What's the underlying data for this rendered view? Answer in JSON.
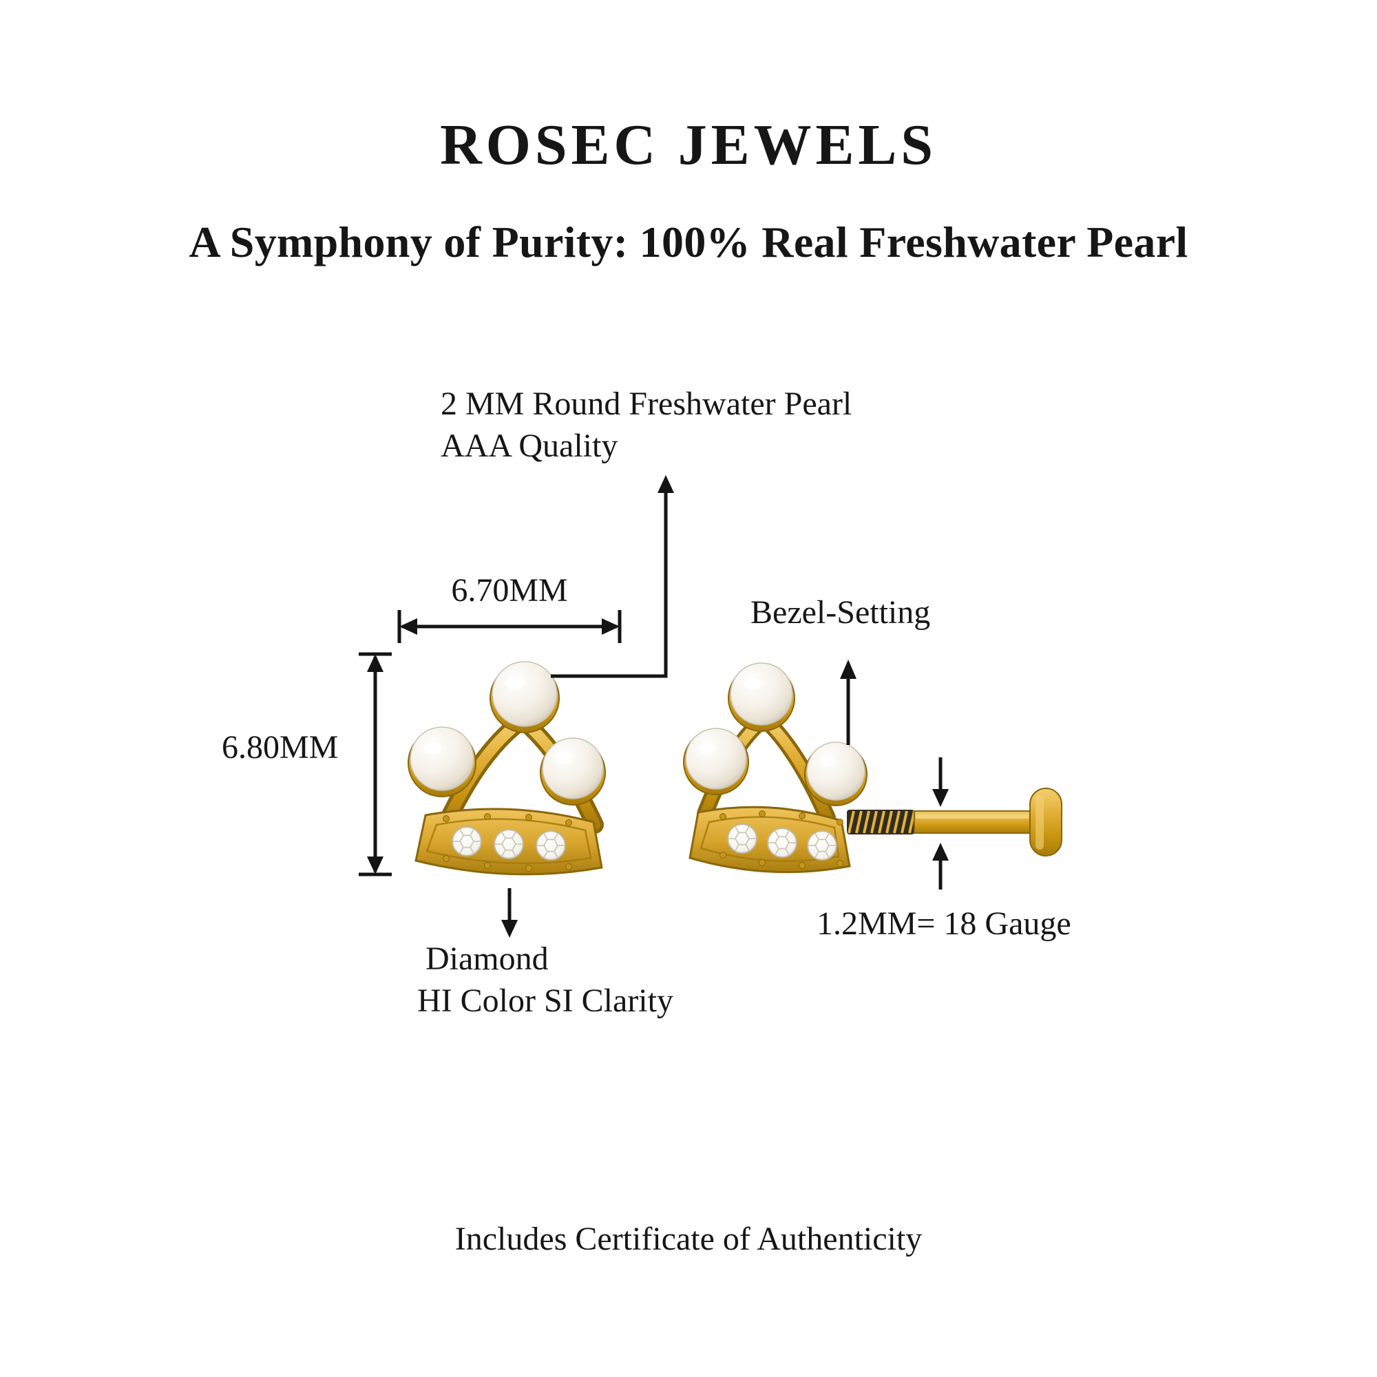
{
  "header": {
    "brand": "ROSEC JEWELS",
    "tagline": "A Symphony of Purity: 100% Real Freshwater Pearl"
  },
  "annotations": {
    "pearl": {
      "line1": "2 MM Round Freshwater Pearl",
      "line2": "AAA Quality"
    },
    "width_label": "6.70MM",
    "height_label": "6.80MM",
    "bezel_label": "Bezel-Setting",
    "gauge_label": "1.2MM= 18 Gauge",
    "diamond": {
      "line1": "Diamond",
      "line2": "HI Color SI Clarity"
    }
  },
  "footer": {
    "note": "Includes Certificate of Authenticity"
  },
  "colors": {
    "gold": "#D9A62E",
    "gold_dark": "#8A670B",
    "pearl": "#F5F1E8",
    "diamond_white": "#FAF8F2",
    "annotation_line": "#141414",
    "background": "#FFFFFF"
  }
}
